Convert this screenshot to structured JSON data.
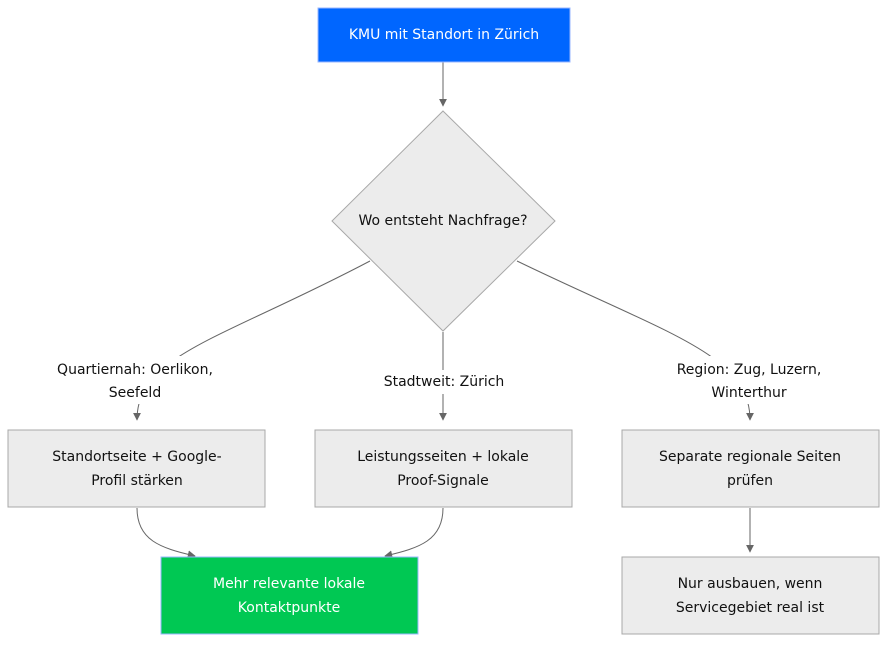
{
  "colors": {
    "start_fill": "#0066ff",
    "start_text": "#ffffff",
    "end_fill": "#00c853",
    "end_text": "#ffffff",
    "node_fill": "#ececec",
    "node_stroke": "#a8a8a8",
    "node_text": "#111111",
    "edge": "#666666"
  },
  "nodes": {
    "start": {
      "lines": [
        "KMU mit Standort in Zürich"
      ]
    },
    "decision": {
      "lines": [
        "Wo entsteht Nachfrage?"
      ]
    },
    "standort": {
      "lines": [
        "Standortseite + Google-",
        "Profil stärken"
      ]
    },
    "leistung": {
      "lines": [
        "Leistungsseiten + lokale",
        "Proof-Signale"
      ]
    },
    "regional": {
      "lines": [
        "Separate regionale Seiten",
        "prüfen"
      ]
    },
    "result": {
      "lines": [
        "Mehr relevante lokale",
        "Kontaktpunkte"
      ]
    },
    "ausbau": {
      "lines": [
        "Nur ausbauen, wenn",
        "Servicegebiet real ist"
      ]
    }
  },
  "edges": {
    "quartier": {
      "lines": [
        "Quartiernah: Oerlikon,",
        "Seefeld"
      ]
    },
    "stadt": {
      "lines": [
        "Stadtweit: Zürich"
      ]
    },
    "region": {
      "lines": [
        "Region: Zug, Luzern,",
        "Winterthur"
      ]
    }
  }
}
